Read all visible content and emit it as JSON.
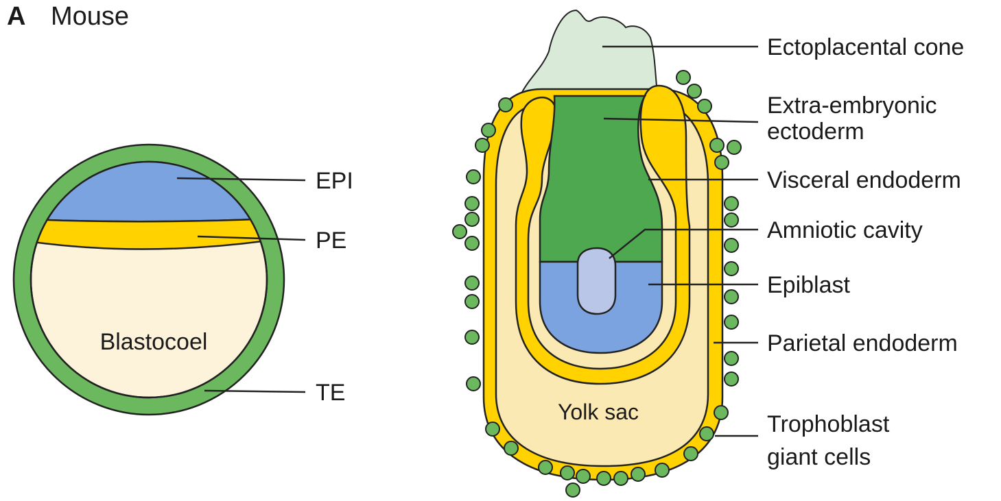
{
  "panel": {
    "letter": "A",
    "title": "Mouse"
  },
  "blastocyst": {
    "labels": {
      "epi": "EPI",
      "pe": "PE",
      "te": "TE",
      "cavity": "Blastocoel"
    }
  },
  "egg_cylinder": {
    "labels": {
      "ectoplacental_cone": "Ectoplacental cone",
      "extraembryonic_ectoderm_1": "Extra-embryonic",
      "extraembryonic_ectoderm_2": "ectoderm",
      "visceral_endoderm": "Visceral endoderm",
      "amniotic_cavity": "Amniotic cavity",
      "epiblast": "Epiblast",
      "parietal_endoderm": "Parietal endoderm",
      "trophoblast_1": "Trophoblast",
      "trophoblast_2": "giant cells",
      "yolk_sac": "Yolk sac"
    }
  },
  "colors": {
    "trophectoderm": "#6bb85e",
    "epiblast": "#7aa3e0",
    "primitive_endoderm": "#ffd200",
    "blastocoel": "#fdf3da",
    "ectoplacental_cone": "#d9ebd8",
    "yolk_sac": "#fbe9b3",
    "amniotic_cavity": "#b9c6e8",
    "outline": "#222222"
  }
}
